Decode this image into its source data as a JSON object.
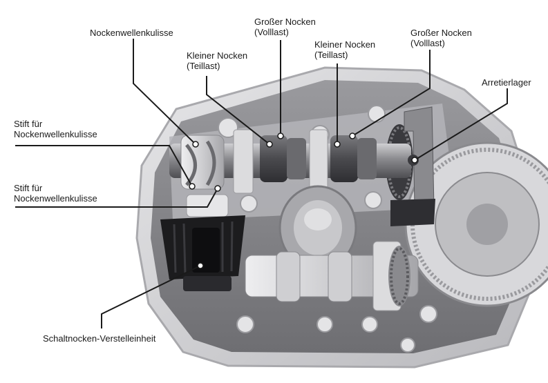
{
  "labels": {
    "nockenwellenkulisse": "Nockenwellenkulisse",
    "grosser_nocken_1": {
      "line1": "Großer Nocken",
      "line2": "(Volllast)"
    },
    "kleiner_nocken_1": {
      "line1": "Kleiner Nocken",
      "line2": "(Teillast)"
    },
    "kleiner_nocken_2": {
      "line1": "Kleiner Nocken",
      "line2": "(Teillast)"
    },
    "grosser_nocken_2": {
      "line1": "Großer Nocken",
      "line2": "(Volllast)"
    },
    "arretierlager": "Arretierlager",
    "stift_1": {
      "line1": "Stift für",
      "line2": "Nockenwellenkulisse"
    },
    "stift_2": {
      "line1": "Stift für",
      "line2": "Nockenwellenkulisse"
    },
    "schaltnocken": "Schaltnocken-Verstelleinheit"
  },
  "colors": {
    "housing": "#d9d9db",
    "housing_edge": "#a9a9ad",
    "metal_dark": "#5b5b5f",
    "metal_mid": "#8e8e92",
    "metal_light": "#c4c4c8",
    "actuator": "#1c1c1e",
    "leader": "#1a1a1a"
  }
}
